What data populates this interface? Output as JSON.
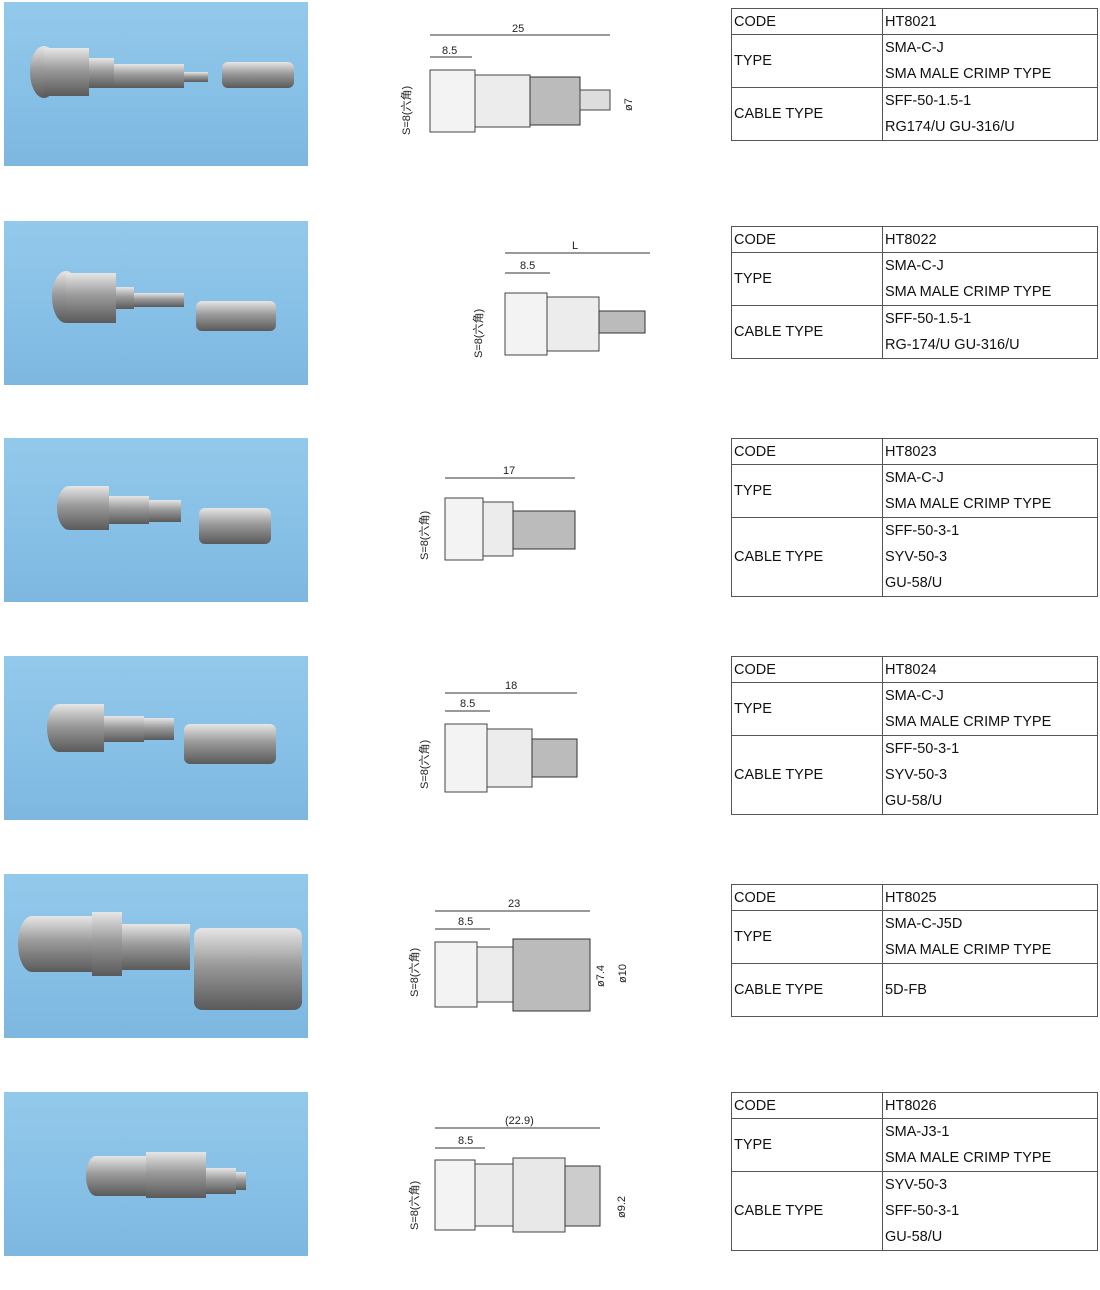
{
  "labels": {
    "code": "CODE",
    "type": "TYPE",
    "cable_type": "CABLE TYPE"
  },
  "products": [
    {
      "code": "HT8021",
      "type": [
        "SMA-C-J",
        "SMA MALE CRIMP TYPE"
      ],
      "cable": [
        "SFF-50-1.5-1",
        "RG174/U GU-316/U"
      ],
      "dims": {
        "total": "25",
        "head": "8.5",
        "hex": "S=8(六角)",
        "dia": "ø7"
      }
    },
    {
      "code": "HT8022",
      "type": [
        "SMA-C-J",
        "SMA MALE CRIMP TYPE"
      ],
      "cable": [
        "SFF-50-1.5-1",
        "RG-174/U GU-316/U"
      ],
      "dims": {
        "total": "L",
        "head": "8.5",
        "hex": "S=8(六角)"
      }
    },
    {
      "code": "HT8023",
      "type": [
        "SMA-C-J",
        "SMA MALE CRIMP TYPE"
      ],
      "cable": [
        "SFF-50-3-1",
        "SYV-50-3",
        "GU-58/U"
      ],
      "dims": {
        "total": "17",
        "hex": "S=8(六角)"
      }
    },
    {
      "code": "HT8024",
      "type": [
        "SMA-C-J",
        "SMA MALE CRIMP TYPE"
      ],
      "cable": [
        "SFF-50-3-1",
        "SYV-50-3",
        "GU-58/U"
      ],
      "dims": {
        "total": "18",
        "head": "8.5",
        "hex": "S=8(六角)"
      }
    },
    {
      "code": "HT8025",
      "type": [
        "SMA-C-J5D",
        "SMA MALE CRIMP TYPE"
      ],
      "cable": [
        "5D-FB"
      ],
      "dims": {
        "total": "23",
        "head": "8.5",
        "hex": "S=8(六角)",
        "dia": "ø7.4",
        "dia2": "ø10"
      }
    },
    {
      "code": "HT8026",
      "type": [
        "SMA-J3-1",
        "SMA MALE CRIMP TYPE"
      ],
      "cable": [
        "SYV-50-3",
        "SFF-50-3-1",
        "GU-58/U"
      ],
      "dims": {
        "total": "(22.9)",
        "head": "8.5",
        "hex": "S=8(六角)",
        "dia": "ø9.2"
      }
    }
  ]
}
